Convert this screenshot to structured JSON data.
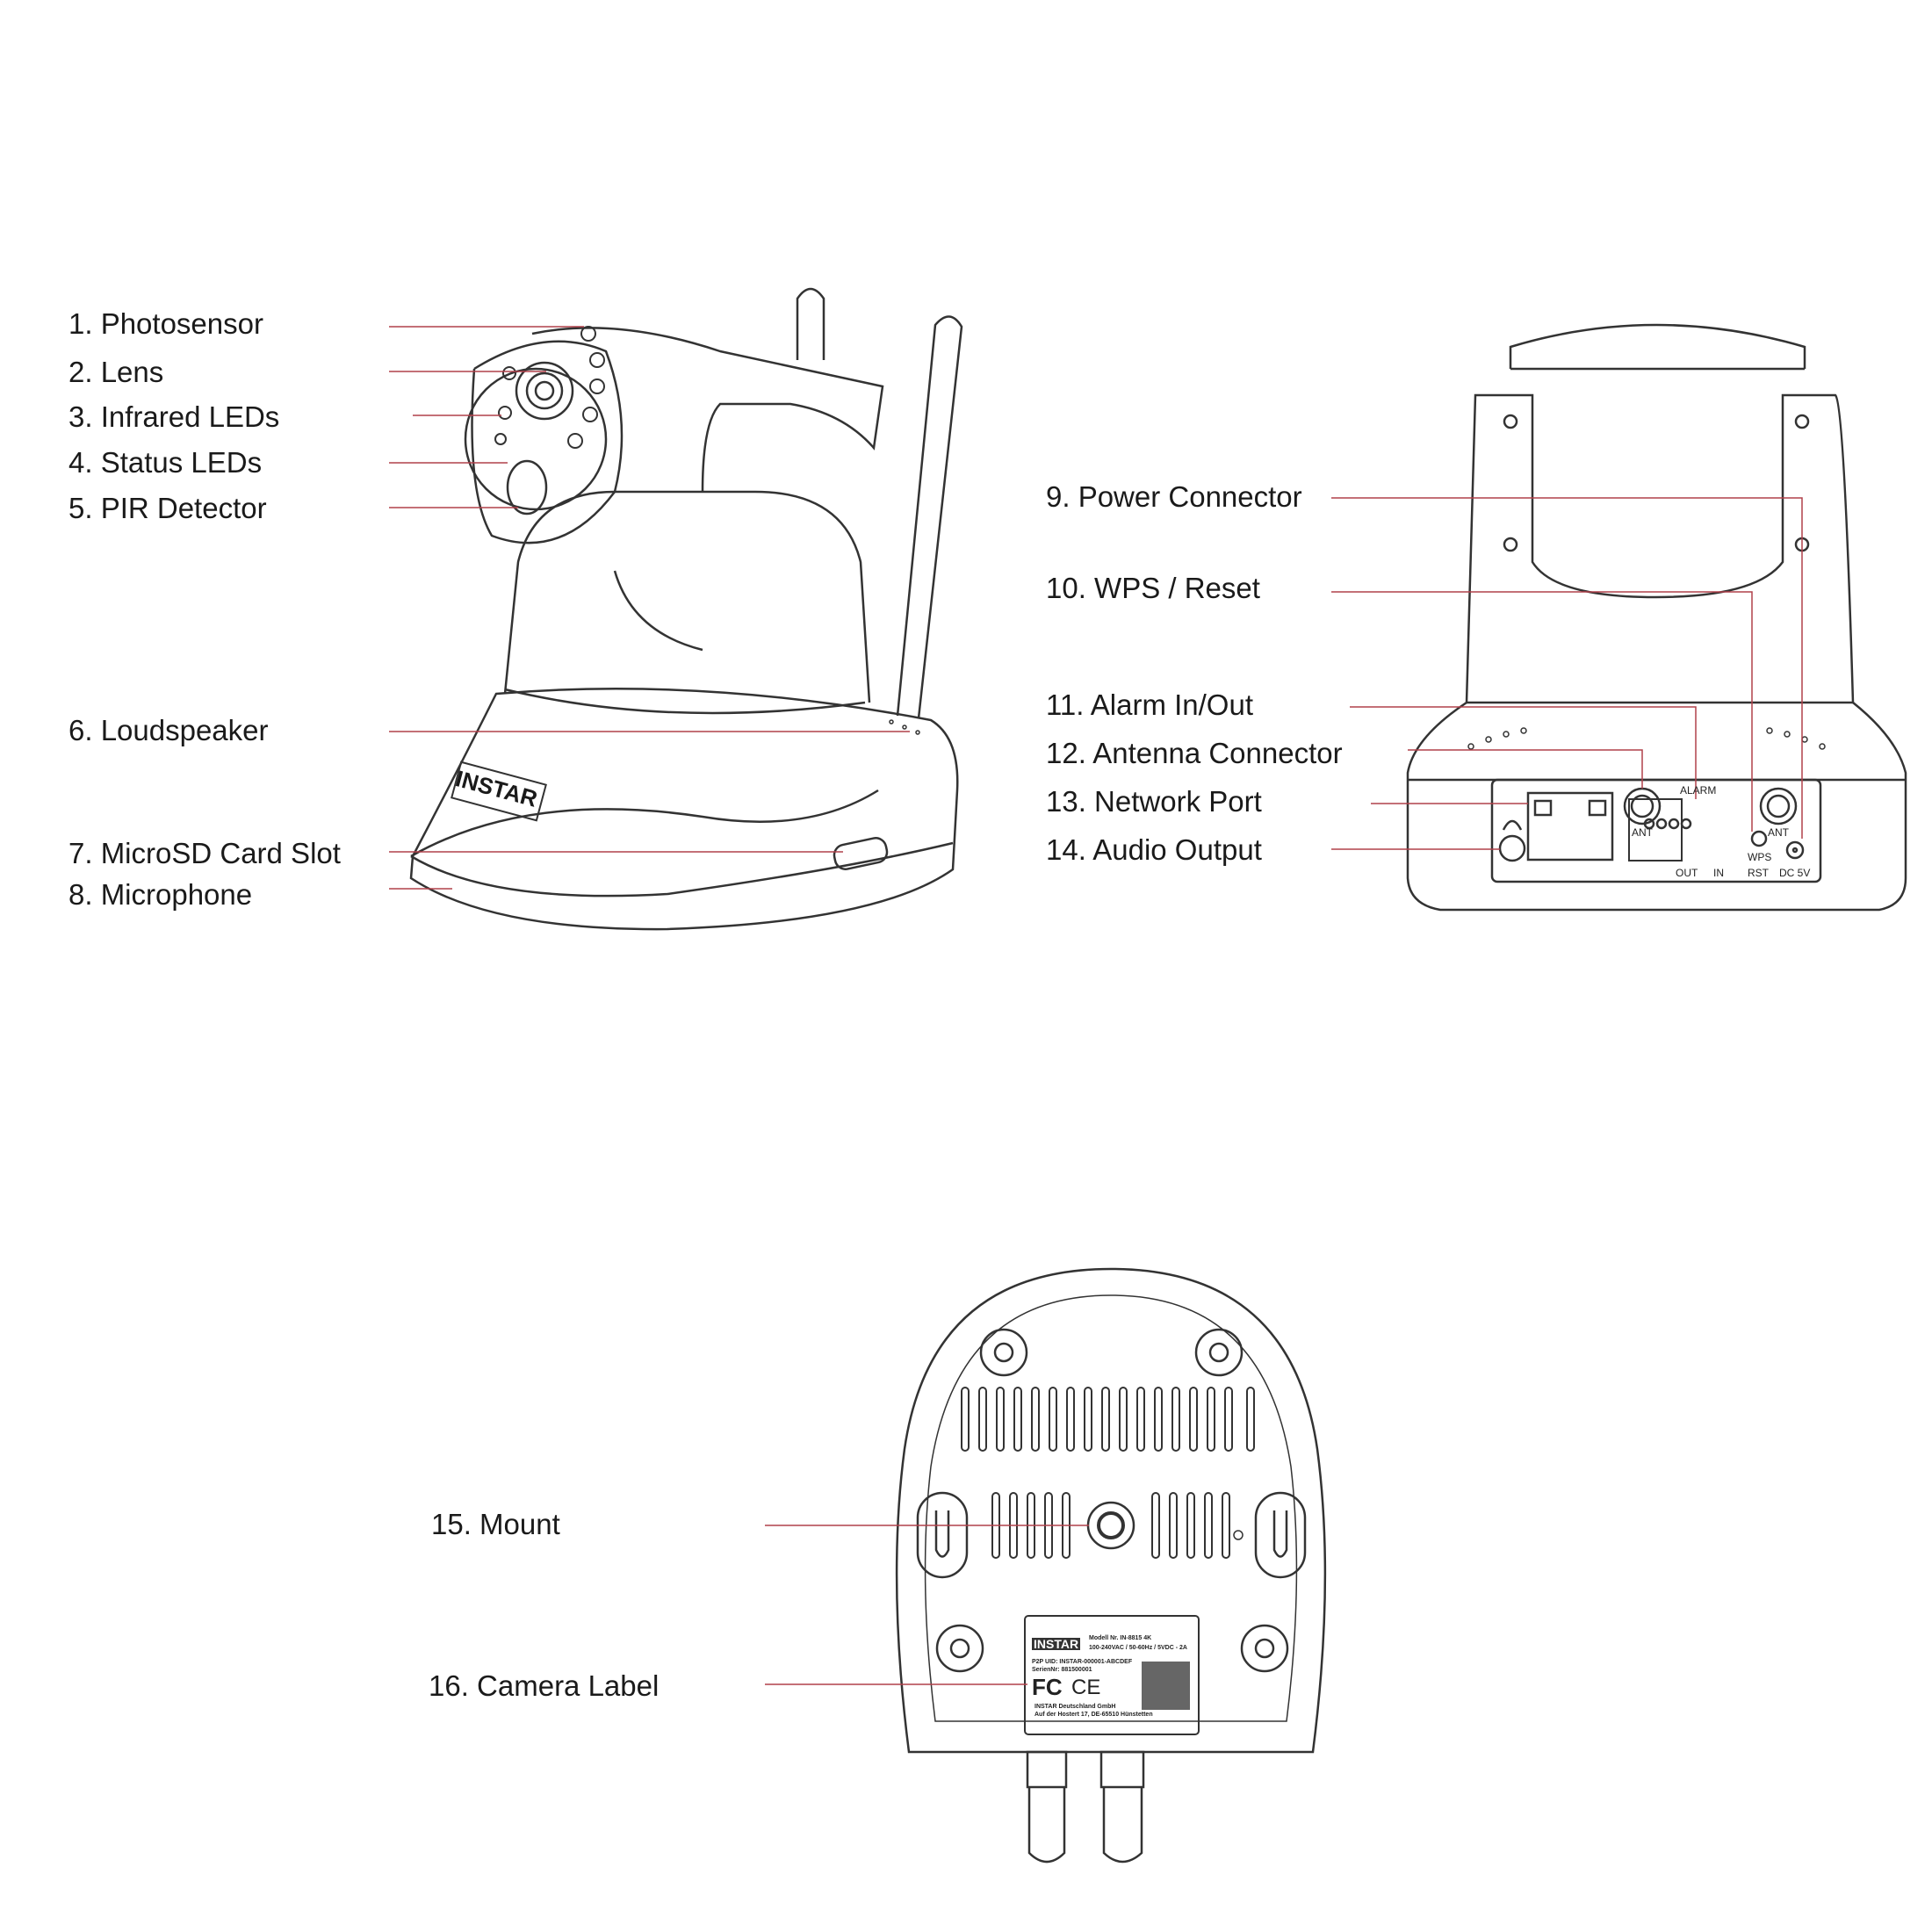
{
  "colors": {
    "leader_line": "#b0404a",
    "outline": "#333333"
  },
  "front_labels": [
    "1. Photosensor",
    "2. Lens",
    "3. Infrared LEDs",
    "4. Status LEDs",
    "5. PIR Detector",
    "6. Loudspeaker",
    "7. MicroSD Card Slot",
    "8. Microphone"
  ],
  "front_logo": "INSTAR",
  "rear_labels": [
    "9. Power Connector",
    "10. WPS / Reset",
    "11. Alarm In/Out",
    "12. Antenna Connector",
    "13. Network Port",
    "14. Audio Output"
  ],
  "rear_panel": {
    "alarm": "ALARM",
    "ant_left": "ANT",
    "ant_right": "ANT",
    "out": "OUT",
    "in": "IN",
    "wps": "WPS",
    "rst": "RST",
    "dc": "DC 5V"
  },
  "bottom_labels": [
    "15. Mount",
    "16. Camera Label"
  ],
  "camera_label": {
    "brand": "INSTAR",
    "model": "Modell Nr. IN-8815 4K",
    "power": "100-240VAC / 50-60Hz / 5VDC - 2A",
    "p2p": "P2P UID:   INSTAR-000001-ABCDEF",
    "serial": "SerienNr:   881500001",
    "fc": "FC",
    "ce": "CE",
    "company": "INSTAR Deutschland GmbH",
    "address": "Auf der Hostert 17, DE-65510 Hünstetten"
  }
}
